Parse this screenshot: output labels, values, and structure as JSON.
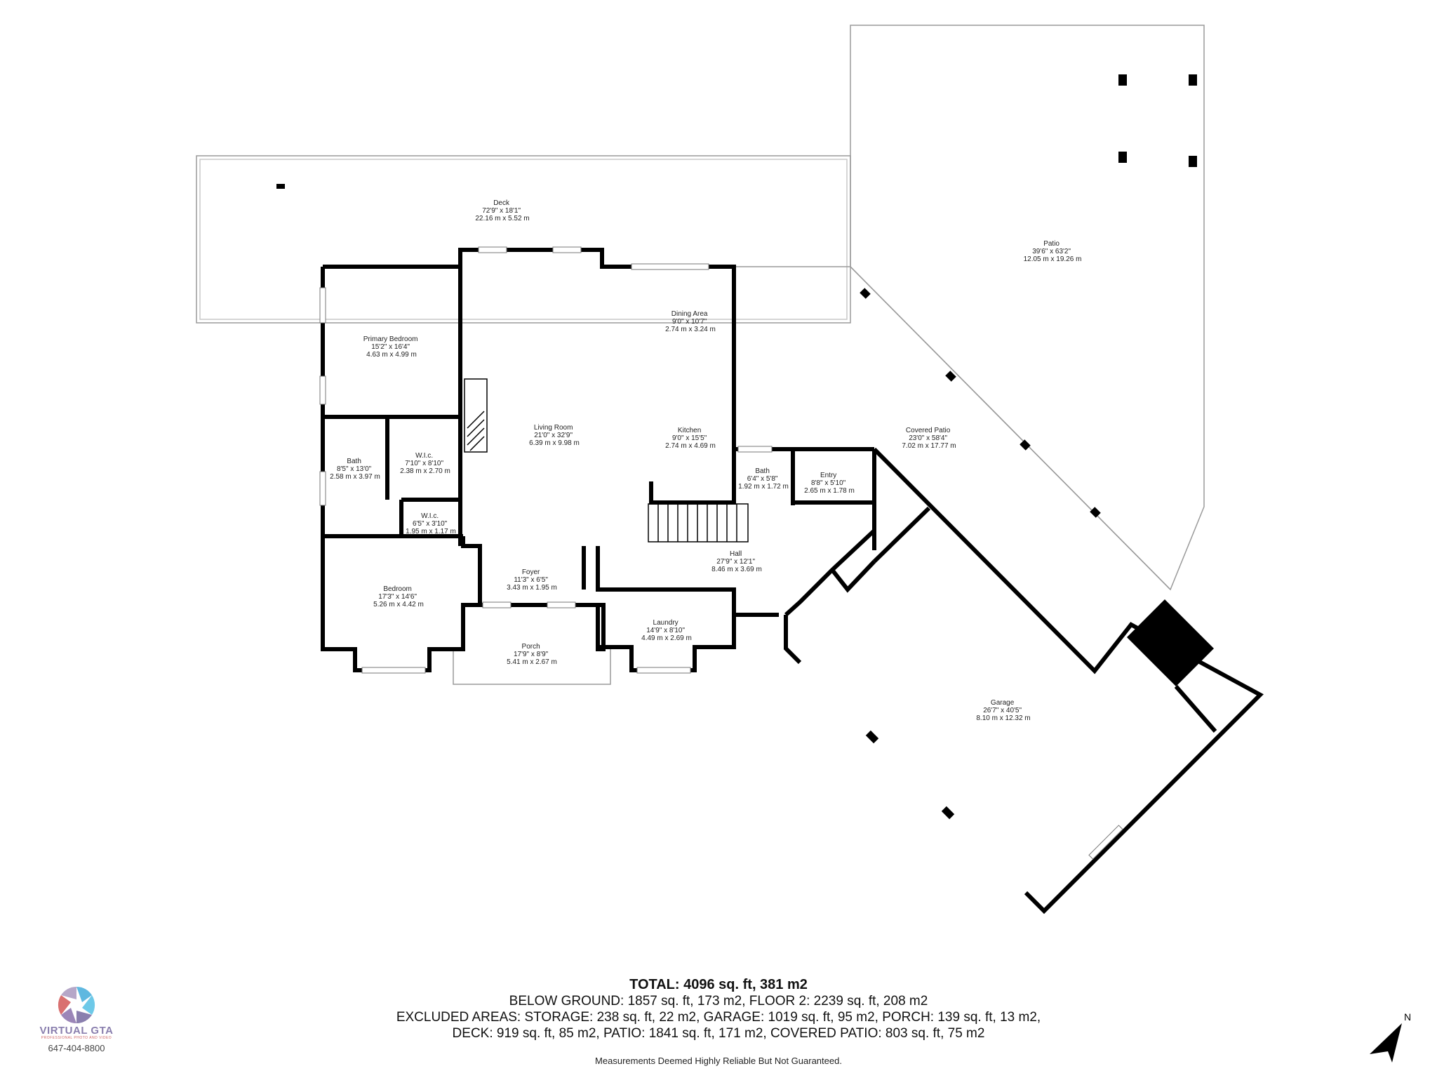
{
  "rooms": {
    "deck": {
      "name": "Deck",
      "imperial": "72'9\" x 18'1\"",
      "metric": "22.16 m x 5.52 m"
    },
    "patio": {
      "name": "Patio",
      "imperial": "39'6\" x 63'2\"",
      "metric": "12.05 m x 19.26 m"
    },
    "primary_bedroom": {
      "name": "Primary Bedroom",
      "imperial": "15'2\" x 16'4\"",
      "metric": "4.63 m x 4.99 m"
    },
    "dining_area": {
      "name": "Dining Area",
      "imperial": "9'0\" x 10'7\"",
      "metric": "2.74 m x 3.24 m"
    },
    "living_room": {
      "name": "Living Room",
      "imperial": "21'0\" x 32'9\"",
      "metric": "6.39 m x 9.98 m"
    },
    "kitchen": {
      "name": "Kitchen",
      "imperial": "9'0\" x 15'5\"",
      "metric": "2.74 m x 4.69 m"
    },
    "covered_patio": {
      "name": "Covered Patio",
      "imperial": "23'0\" x 58'4\"",
      "metric": "7.02 m x 17.77 m"
    },
    "bath_1": {
      "name": "Bath",
      "imperial": "8'5\" x 13'0\"",
      "metric": "2.58 m x 3.97 m"
    },
    "wic_1": {
      "name": "W.I.c.",
      "imperial": "7'10\" x 8'10\"",
      "metric": "2.38 m x 2.70 m"
    },
    "wic_2": {
      "name": "W.I.c.",
      "imperial": "6'5\" x 3'10\"",
      "metric": "1.95 m x 1.17 m"
    },
    "bath_2": {
      "name": "Bath",
      "imperial": "6'4\" x 5'8\"",
      "metric": "1.92 m x 1.72 m"
    },
    "entry": {
      "name": "Entry",
      "imperial": "8'8\" x 5'10\"",
      "metric": "2.65 m x 1.78 m"
    },
    "bedroom": {
      "name": "Bedroom",
      "imperial": "17'3\" x 14'6\"",
      "metric": "5.26 m x 4.42 m"
    },
    "foyer": {
      "name": "Foyer",
      "imperial": "11'3\" x 6'5\"",
      "metric": "3.43 m x 1.95 m"
    },
    "hall": {
      "name": "Hall",
      "imperial": "27'9\" x 12'1\"",
      "metric": "8.46 m x 3.69 m"
    },
    "laundry": {
      "name": "Laundry",
      "imperial": "14'9\" x 8'10\"",
      "metric": "4.49 m x 2.69 m"
    },
    "porch": {
      "name": "Porch",
      "imperial": "17'9\" x 8'9\"",
      "metric": "5.41 m x 2.67 m"
    },
    "garage": {
      "name": "Garage",
      "imperial": "26'7\" x 40'5\"",
      "metric": "8.10 m x 12.32 m"
    }
  },
  "summary": {
    "total": "TOTAL: 4096 sq. ft, 381 m2",
    "line1": "BELOW GROUND: 1857 sq. ft, 173 m2, FLOOR 2: 2239 sq. ft, 208 m2",
    "line2": "EXCLUDED AREAS: STORAGE: 238 sq. ft, 22 m2, GARAGE: 1019 sq. ft, 95 m2, PORCH: 139 sq. ft, 13 m2,",
    "line3": "DECK: 919 sq. ft, 85 m2, PATIO: 1841 sq. ft, 171 m2, COVERED PATIO: 803 sq. ft, 75 m2"
  },
  "disclaimer": "Measurements Deemed Highly Reliable But Not Guaranteed.",
  "logo": {
    "brand": "VIRTUAL GTA",
    "tagline": "PROFESSIONAL PHOTO AND VIDEO",
    "phone": "647-404-8800",
    "icon": "camera-aperture-icon"
  },
  "compass": {
    "label": "N",
    "icon": "north-arrow-icon"
  },
  "colors": {
    "wall": "#000000",
    "outline": "#888888",
    "logo_primary": "#8a7fae",
    "logo_accent": "#5fb8e0"
  }
}
